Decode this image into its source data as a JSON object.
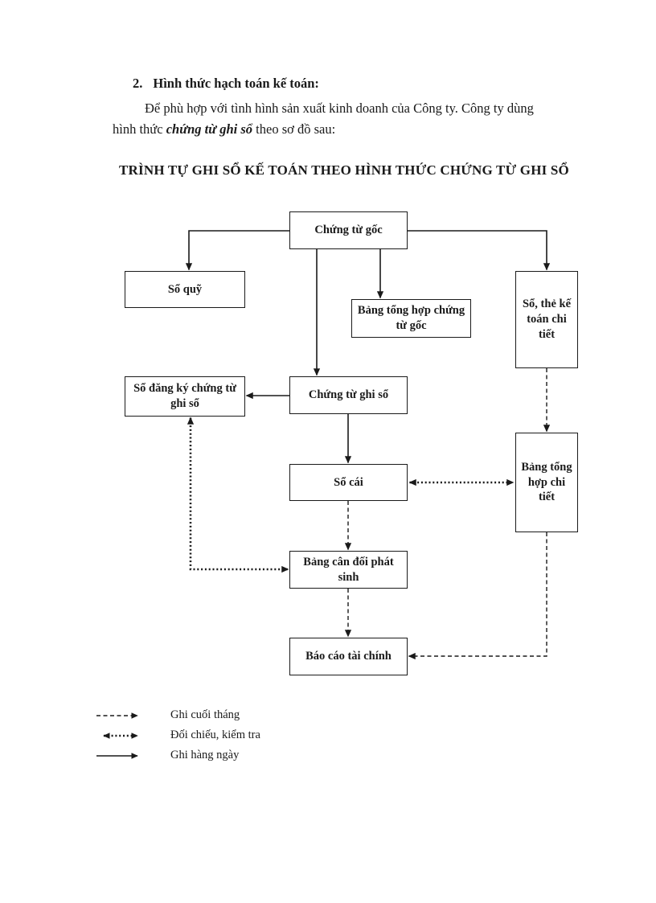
{
  "document": {
    "heading_number": "2.",
    "heading_text": "Hình thức hạch toán kế toán:",
    "paragraph_line1": "Để phù hợp với tình hình sản xuất kinh doanh của Công ty. Công ty dùng",
    "paragraph_line2_prefix": "hình thức ",
    "paragraph_line2_emphasis": "chứng từ ghi sổ",
    "paragraph_line2_suffix": " theo sơ đồ sau:",
    "diagram_title": "TRÌNH TỰ GHI SỔ KẾ TOÁN THEO HÌNH THỨC CHỨNG TỪ GHI SỔ"
  },
  "flowchart": {
    "boxes": {
      "chung_tu_goc": "Chứng từ gốc",
      "so_quy": "Sổ quỹ",
      "bang_tong_hop_chung_tu_goc": "Bảng tổng hợp chứng từ gốc",
      "so_the_ke_toan_chi_tiet": "Sổ, thẻ kế toán chi tiết",
      "so_dang_ky_chung_tu_ghi_so": "Sổ đăng ký chứng từ ghi sổ",
      "chung_tu_ghi_so": "Chứng từ ghi sổ",
      "so_cai": "Sổ cái",
      "bang_tong_hop_chi_tiet": "Bảng tổng hợp chi tiết",
      "bang_can_doi_phat_sinh": "Bảng cân đối phát sinh",
      "bao_cao_tai_chinh": "Báo cáo tài chính"
    },
    "legend": [
      {
        "style": "dashed-arrow",
        "label": "Ghi cuối tháng"
      },
      {
        "style": "dotted-double-arrow",
        "label": "Đối chiếu, kiểm tra"
      },
      {
        "style": "solid-arrow",
        "label": "Ghi hàng ngày"
      }
    ]
  },
  "colors": {
    "ink": "#1a1a1a",
    "page_background": "#ffffff"
  }
}
